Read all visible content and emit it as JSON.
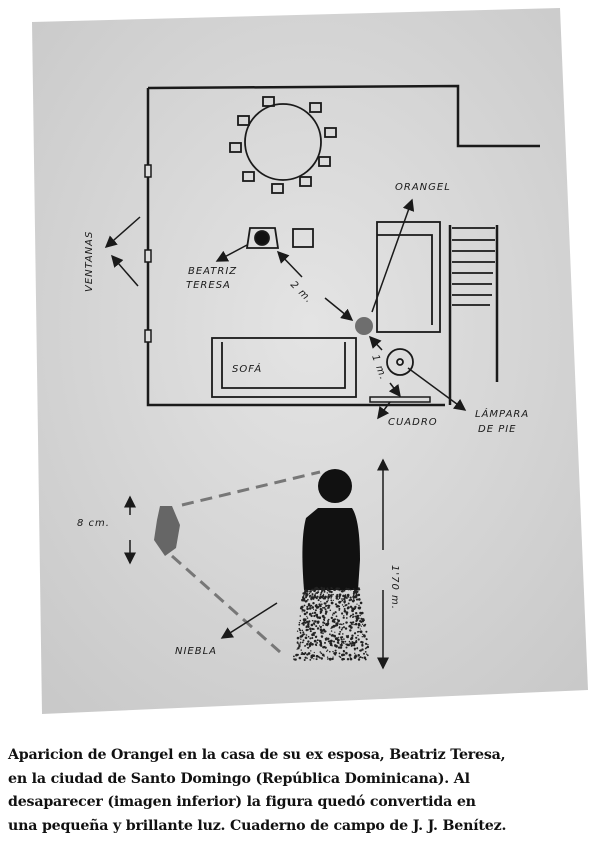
{
  "sketch": {
    "labels": {
      "windows": "VENTANAS",
      "beatriz": "BEATRIZ",
      "teresa": "TERESA",
      "distance_2m": "2 m.",
      "orangel": "ORANGEL",
      "sofa": "SOFÁ",
      "distance_1m": "1 m.",
      "painting": "CUADRO",
      "lamp_line1": "LÁMPARA",
      "lamp_line2": "DE PIE",
      "light_size": "8 cm.",
      "figure_height": "1'70 m.",
      "fog": "NIEBLA"
    },
    "colors": {
      "paper": "#d9d9d9",
      "ink": "#1a1a1a",
      "orangel_dot": "#6e6e6e"
    }
  },
  "caption": {
    "lines": [
      "Aparicion de Orangel en la casa de su ex esposa, Beatriz Teresa,",
      "en la ciudad de Santo Domingo (República Dominicana). Al",
      "desaparecer (imagen inferior) la figura quedó convertida en",
      "una pequeña y brillante luz. Cuaderno de campo de J. J. Benítez."
    ]
  }
}
